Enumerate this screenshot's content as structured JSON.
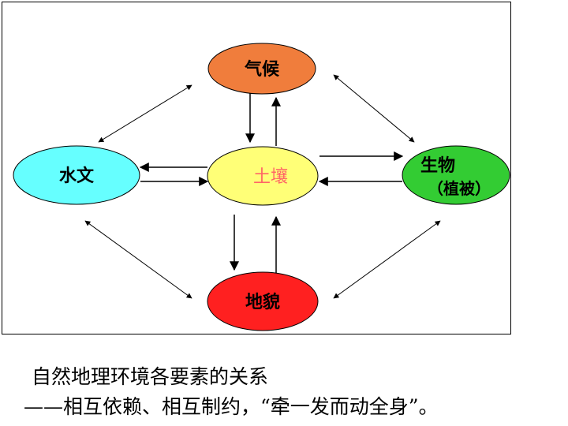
{
  "nodes": {
    "climate": {
      "label": "气候",
      "color": "#f07d3c"
    },
    "hydrology": {
      "label": "水文",
      "color": "#66ffff"
    },
    "soil": {
      "label": "土壤",
      "color": "#ffff77",
      "text_color": "#ff6666"
    },
    "biology": {
      "label_line1": "生物",
      "label_line2": "（植被）",
      "color": "#33cc33"
    },
    "landform": {
      "label": "地貌",
      "color": "#ff2020"
    }
  },
  "caption": {
    "line1": "自然地理环境各要素的关系",
    "line2": "——相互依赖、相互制约，“牵一发而动全身”。"
  }
}
